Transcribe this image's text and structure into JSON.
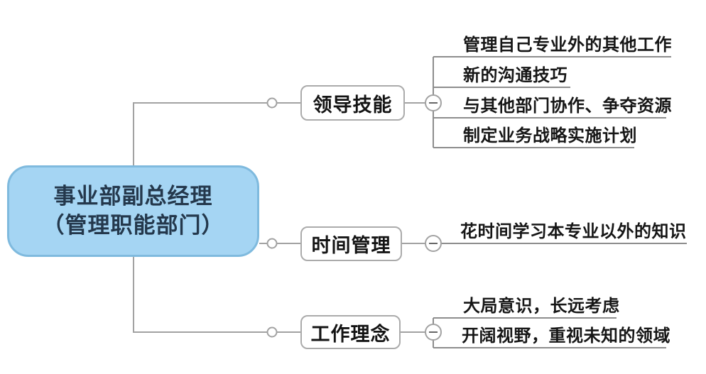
{
  "root": {
    "label_line1": "事业部副总经理",
    "label_line2": "（管理职能部门）"
  },
  "branches": [
    {
      "label": "领导技能",
      "collapse_icon": "minus-icon",
      "joint_icon": "circle-joint",
      "children": [
        {
          "label": "管理自己专业外的其他工作"
        },
        {
          "label": "新的沟通技巧"
        },
        {
          "label": "与其他部门协作、争夺资源"
        },
        {
          "label": "制定业务战略实施计划"
        }
      ]
    },
    {
      "label": "时间管理",
      "collapse_icon": "minus-icon",
      "joint_icon": "circle-joint",
      "children": [
        {
          "label": "花时间学习本专业以外的知识"
        }
      ]
    },
    {
      "label": "工作理念",
      "collapse_icon": "minus-icon",
      "joint_icon": "circle-joint",
      "children": [
        {
          "label": "大局意识，长远考虑"
        },
        {
          "label": "开阔视野，重视未知的领域"
        }
      ]
    }
  ],
  "colors": {
    "background": "#ffffff",
    "root_fill": "#a5d5f3",
    "root_border": "#7fbade",
    "root_text": "#24384c",
    "node_border": "#ababab",
    "node_text": "#141414",
    "leaf_text": "#161616",
    "connector_line": "#a2a2a2",
    "underline": "#8d8d8d",
    "minus_glyph": "#666666"
  }
}
